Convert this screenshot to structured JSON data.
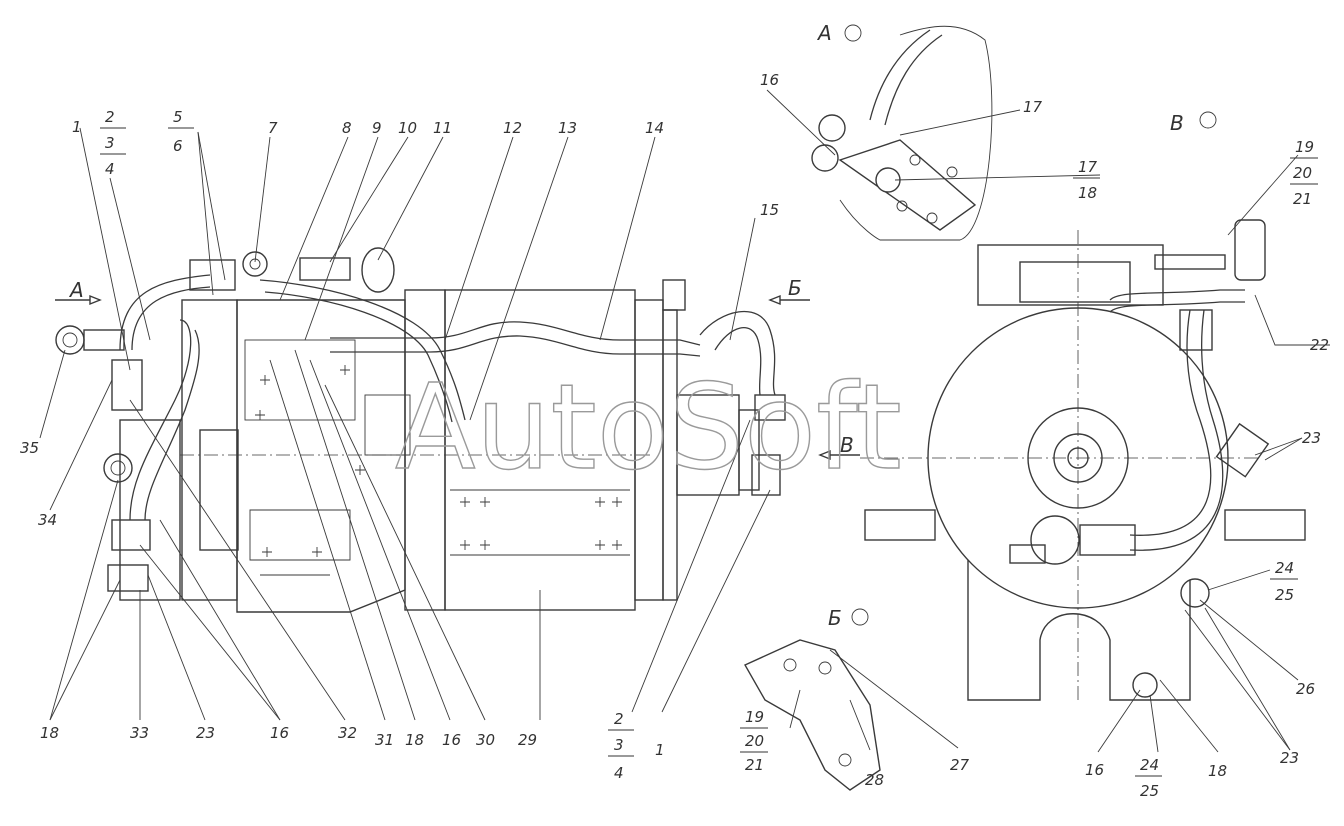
{
  "watermark": "AutoSoft",
  "views": {
    "a": "А",
    "b": "Б",
    "v": "В"
  },
  "section_labels": {
    "arrow_a": "А",
    "arrow_b": "Б",
    "arrow_v": "В"
  },
  "callouts": {
    "c1": "1",
    "c2": "2",
    "c3": "3",
    "c4": "4",
    "c5": "5",
    "c6": "6",
    "c7": "7",
    "c8": "8",
    "c9": "9",
    "c10": "10",
    "c11": "11",
    "c12": "12",
    "c13": "13",
    "c14": "14",
    "c15": "15",
    "c35": "35",
    "c34": "34",
    "c18a": "18",
    "c33": "33",
    "c23a": "23",
    "c16a": "16",
    "c32": "32",
    "c31": "31",
    "c18b": "18",
    "c16b": "16",
    "c30": "30",
    "c29": "29",
    "c2b": "2",
    "c3b": "3",
    "c4b": "4",
    "c1b": "1",
    "c16c": "16",
    "c17a": "17",
    "c17b": "17",
    "c18c": "18",
    "c19a": "19",
    "c20a": "20",
    "c21a": "21",
    "c22": "22",
    "c23b": "23",
    "c24a": "24",
    "c25a": "25",
    "c26": "26",
    "c23c": "23",
    "c16d": "16",
    "c24b": "24",
    "c25b": "25",
    "c18d": "18",
    "c19b": "19",
    "c20b": "20",
    "c21b": "21",
    "c27": "27",
    "c28": "28"
  }
}
